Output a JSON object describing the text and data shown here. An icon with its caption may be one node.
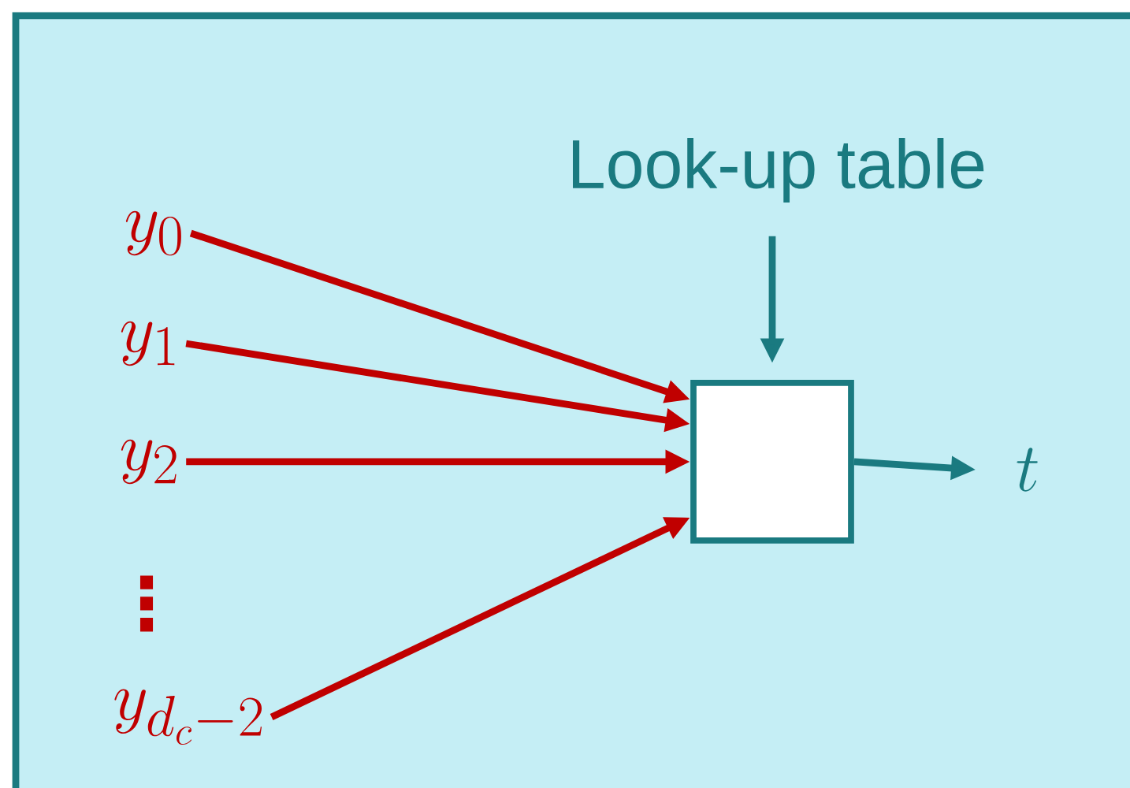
{
  "diagram": {
    "nodes": [
      {
        "text": [
          "y_{0}"
        ]
      },
      {
        "text": [
          "y_{1}"
        ]
      },
      {
        "text": [
          "y_{2}"
        ]
      },
      {
        "text": [
          "y_{d_c-2}"
        ]
      },
      {
        "text": [],
        "shape": "box"
      },
      {
        "text": [
          "Look-up table"
        ]
      },
      {
        "text": [
          "t"
        ]
      }
    ],
    "edges": [
      {
        "from": 0,
        "to": 4,
        "arrow": "to"
      },
      {
        "from": 1,
        "to": 4,
        "arrow": "to"
      },
      {
        "from": 2,
        "to": 4,
        "arrow": "to"
      },
      {
        "from": 3,
        "to": 4,
        "arrow": "to"
      },
      {
        "from": 5,
        "to": 4,
        "arrow": "to",
        "color": "#1a7a80"
      },
      {
        "from": 4,
        "to": 6,
        "arrow": "to",
        "color": "#1a7a80"
      }
    ],
    "labels": [
      "⋮"
    ]
  }
}
